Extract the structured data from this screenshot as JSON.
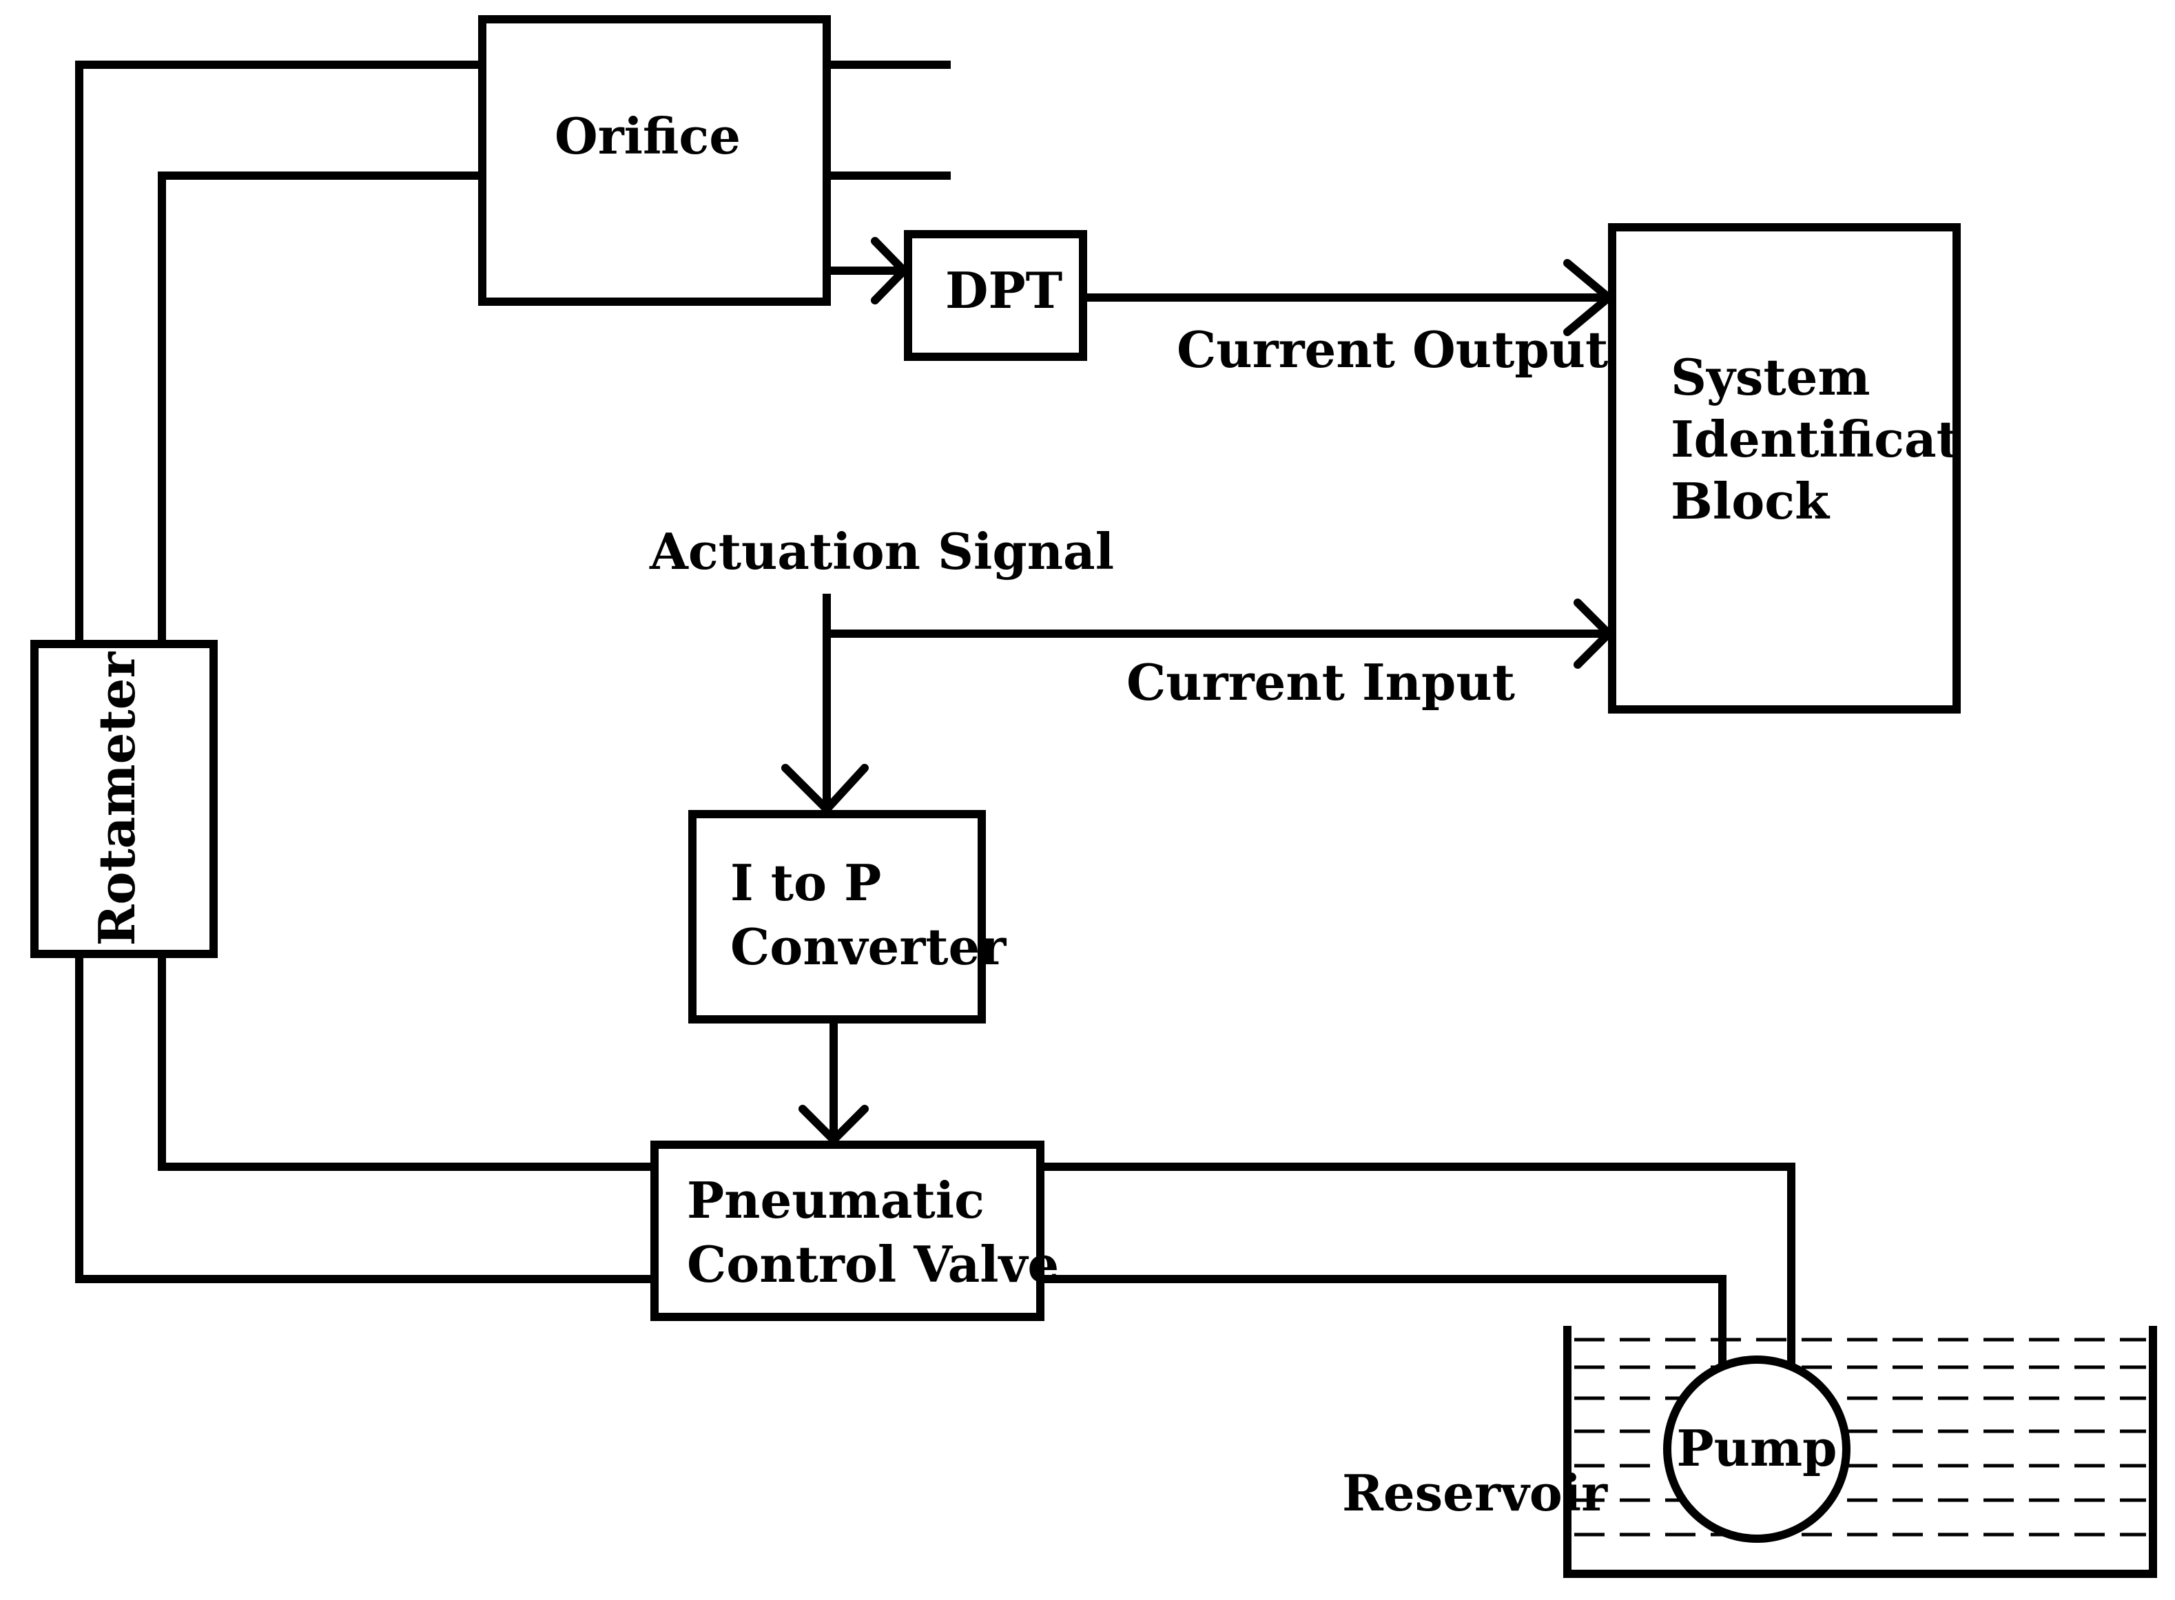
{
  "labels": {
    "orifice": "Orifice",
    "dpt": "DPT",
    "current_output": "Current Output",
    "system_id_line1": "System",
    "system_id_line2": "Identification",
    "system_id_line3": "Block",
    "actuation_signal": "Actuation Signal",
    "current_input": "Current Input",
    "rotameter": "Rotameter",
    "i_to_p_line1": "I to P",
    "i_to_p_line2": "Converter",
    "valve_line1": "Pneumatic",
    "valve_line2": "Control Valve",
    "pump": "Pump",
    "reservoir": "Reservoir"
  },
  "colors": {
    "stroke": "#000000",
    "background": "#ffffff"
  }
}
